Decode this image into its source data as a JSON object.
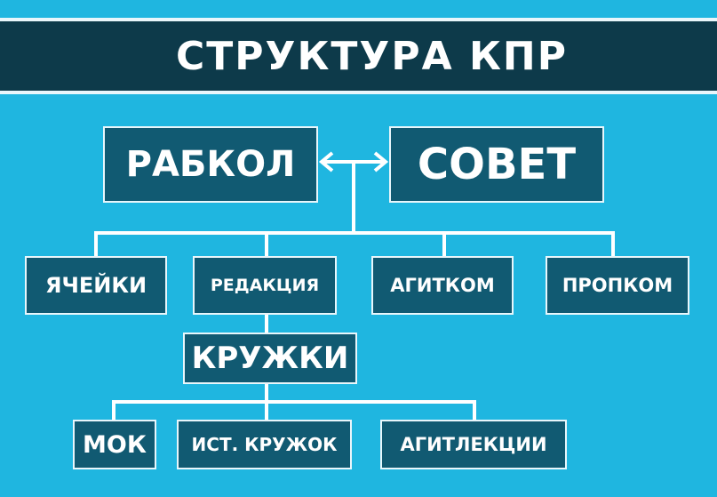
{
  "title": "СТРУКТУРА КПР",
  "colors": {
    "background": "#1fb6e0",
    "banner": "#0d3a4a",
    "box": "#115a72",
    "line": "#ffffff"
  },
  "nodes": {
    "rabkol": "РАБКОЛ",
    "sovet": "СОВЕТ",
    "yacheiki": "ЯЧЕЙКИ",
    "redaktsiya": "РЕДАКЦИЯ",
    "agitkom": "АГИТКОМ",
    "propkom": "ПРОПКОМ",
    "kruzhki": "КРУЖКИ",
    "mok": "МОК",
    "ist_kruzhok": "ИСТ. КРУЖОК",
    "agitlektsii": "АГИТЛЕКЦИИ"
  },
  "edges": [
    [
      "rabkol",
      "sovet"
    ],
    [
      "rabkol",
      "yacheiki"
    ],
    [
      "rabkol",
      "redaktsiya"
    ],
    [
      "rabkol",
      "agitkom"
    ],
    [
      "rabkol",
      "propkom"
    ],
    [
      "redaktsiya",
      "kruzhki"
    ],
    [
      "kruzhki",
      "mok"
    ],
    [
      "kruzhki",
      "ist_kruzhok"
    ],
    [
      "kruzhki",
      "agitlektsii"
    ]
  ]
}
